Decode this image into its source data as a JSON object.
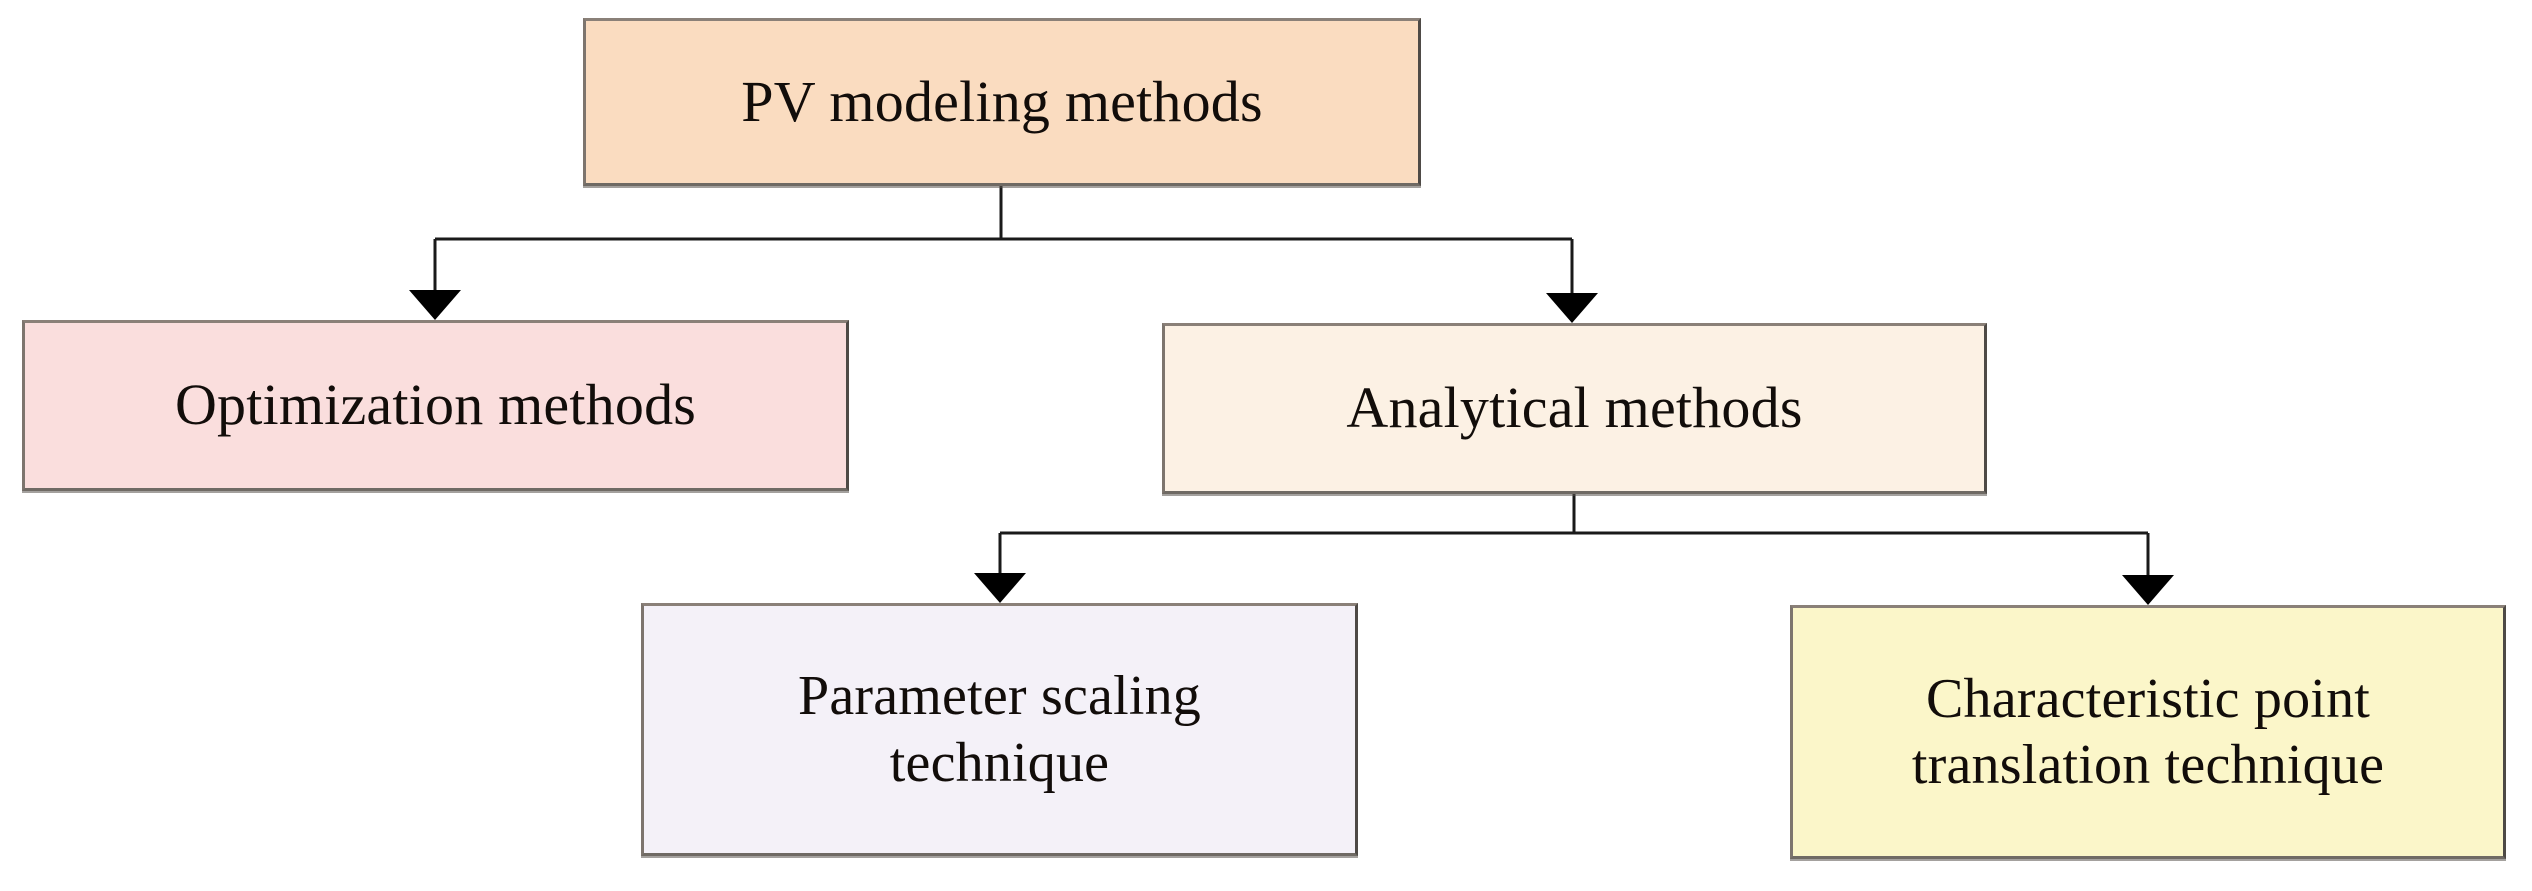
{
  "diagram": {
    "type": "flowchart-tree",
    "title_node": "PV modeling methods",
    "background_color": "#ffffff",
    "border_color": "#6f6a64",
    "text_color": "#120d0a",
    "nodes": [
      {
        "id": "root",
        "label": "PV modeling methods",
        "fill": "#fadcc0",
        "level": 0
      },
      {
        "id": "optimization",
        "label": "Optimization methods",
        "fill": "#fadedd",
        "level": 1
      },
      {
        "id": "analytical",
        "label": "Analytical methods",
        "fill": "#fcf1e4",
        "level": 1
      },
      {
        "id": "parameter_scaling",
        "label_line1": "Parameter scaling",
        "label_line2": "technique",
        "fill": "#f4f1f8",
        "level": 2
      },
      {
        "id": "characteristic_point",
        "label_line1": "Characteristic point",
        "label_line2": "translation technique",
        "fill": "#fbf6c9",
        "level": 2
      }
    ],
    "edges": [
      {
        "from": "root",
        "to": "optimization",
        "arrow": "down"
      },
      {
        "from": "root",
        "to": "analytical",
        "arrow": "down"
      },
      {
        "from": "analytical",
        "to": "parameter_scaling",
        "arrow": "down"
      },
      {
        "from": "analytical",
        "to": "characteristic_point",
        "arrow": "down"
      }
    ]
  }
}
